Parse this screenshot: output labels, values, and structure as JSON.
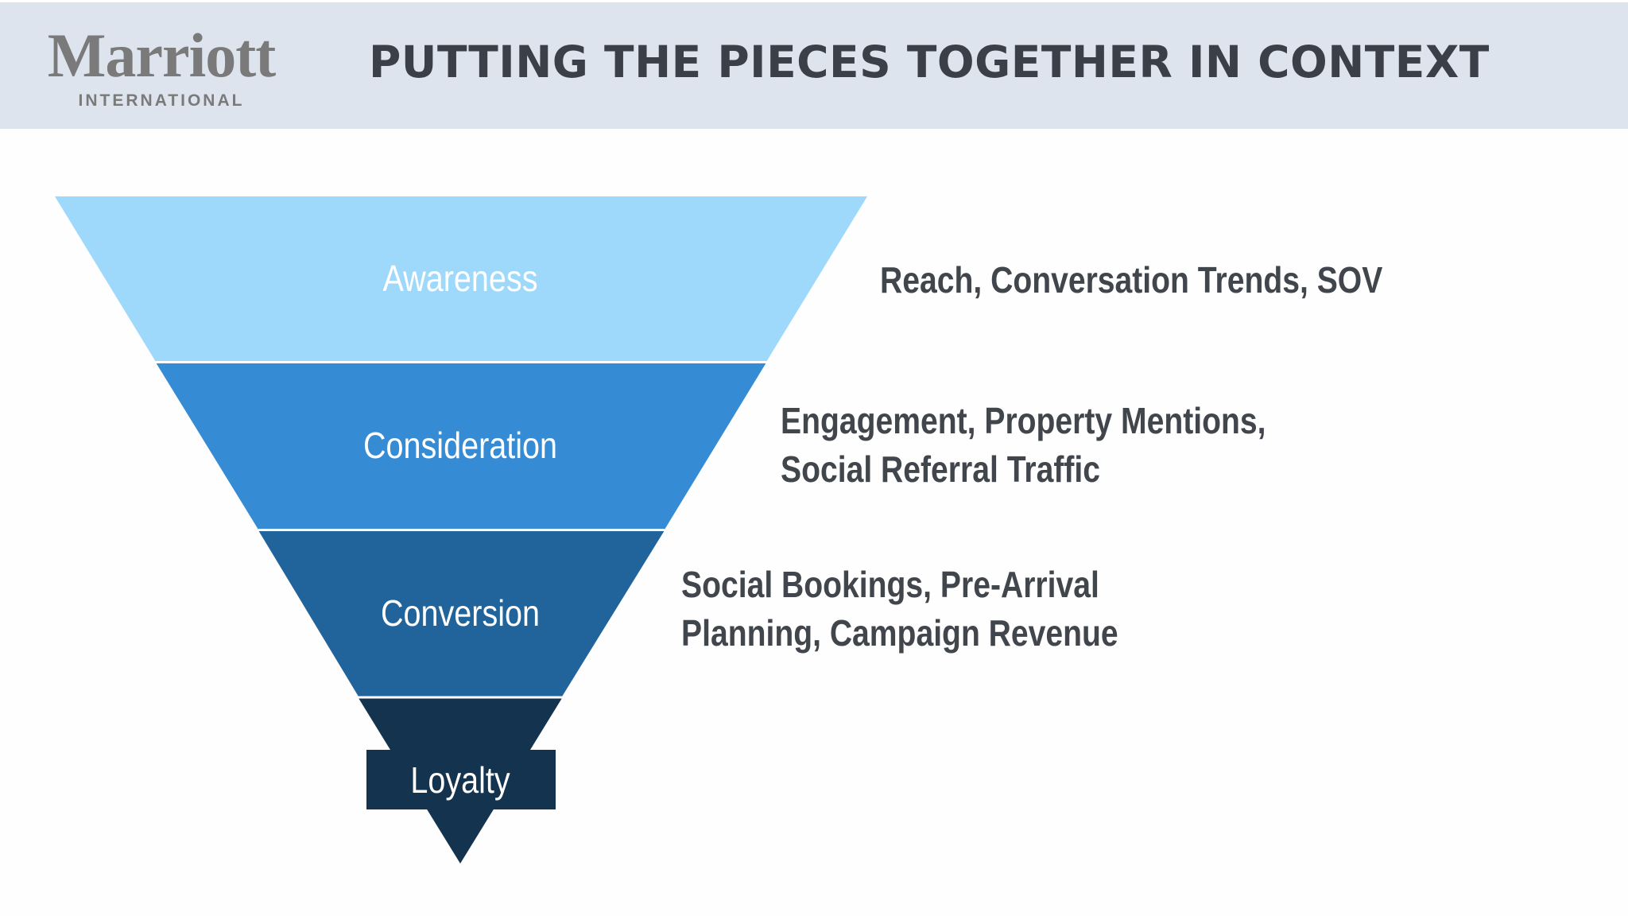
{
  "header": {
    "logo": {
      "word": "Marriott",
      "sub": "INTERNATIONAL"
    },
    "title": "PUTTING THE PIECES TOGETHER IN CONTEXT"
  },
  "funnel": {
    "stages": [
      {
        "label": "Awareness",
        "color": "#9ed8fb",
        "metrics": [
          "Reach, Conversation Trends, SOV"
        ]
      },
      {
        "label": "Consideration",
        "color": "#358cd4",
        "metrics": [
          "Engagement, Property Mentions,",
          "Social Referral Traffic"
        ]
      },
      {
        "label": "Conversion",
        "color": "#21649c",
        "metrics": [
          "Social Bookings, Pre-Arrival",
          "Planning, Campaign Revenue"
        ]
      },
      {
        "label": "Loyalty",
        "color": "#13334f",
        "metrics": []
      }
    ]
  },
  "colors": {
    "header_background": "#dde4ee",
    "title": "#3b4048",
    "metric_text": "#41454c",
    "logo": "#7a7a7a"
  }
}
